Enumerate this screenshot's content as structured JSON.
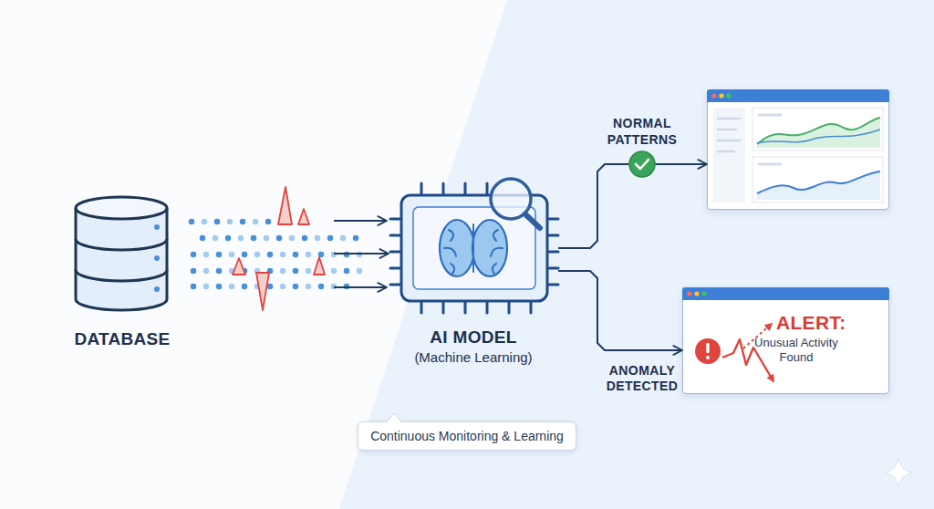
{
  "diagram": {
    "nodes": [
      {
        "text": [
          "DATABASE"
        ]
      },
      {
        "text": [
          "AI MODEL",
          "(Machine Learning)"
        ]
      },
      {
        "text": [
          "Continuous Monitoring & Learning"
        ]
      },
      {
        "text": []
      },
      {
        "text": [
          "ALERT:",
          "Unusual Activity Found"
        ]
      }
    ],
    "edges": [
      {
        "from": 0,
        "to": 1,
        "arrow": "to"
      },
      {
        "from": 1,
        "to": 3,
        "label": "NORMAL PATTERNS",
        "arrow": "to"
      },
      {
        "from": 1,
        "to": 4,
        "label": "ANOMALY DETECTED",
        "arrow": "to"
      }
    ]
  }
}
